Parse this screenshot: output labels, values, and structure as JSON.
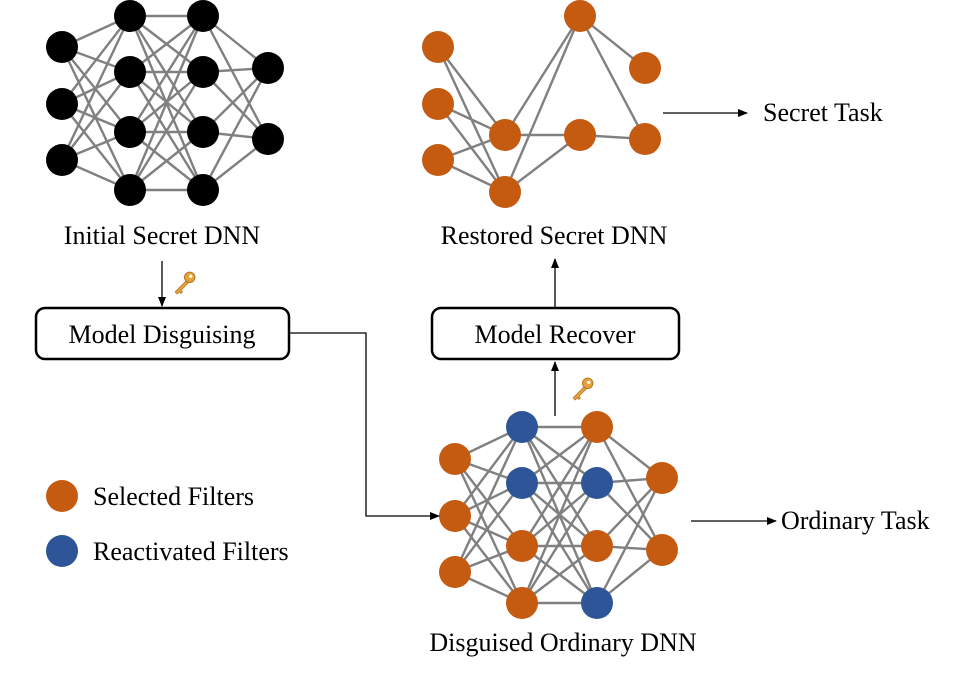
{
  "colors": {
    "background": "#ffffff",
    "initial_neuron": "#000000",
    "selected_filter": "#c55a11",
    "reactivated_filter": "#2e5597",
    "connection": "#808080",
    "key": "#e6a23c"
  },
  "networks": {
    "initial": {
      "caption": "Initial Secret DNN",
      "layers": [
        [
          "black",
          "black",
          "black"
        ],
        [
          "black",
          "black",
          "black",
          "black"
        ],
        [
          "black",
          "black",
          "black",
          "black"
        ],
        [
          "black",
          "black"
        ]
      ]
    },
    "restored": {
      "caption": "Restored Secret DNN",
      "output_label": "Secret Task",
      "layers": [
        [
          "orange",
          "orange",
          "orange"
        ],
        [
          "orange",
          "orange"
        ],
        [
          "orange",
          "orange"
        ],
        [
          "orange",
          "orange"
        ]
      ]
    },
    "disguised": {
      "caption": "Disguised Ordinary DNN",
      "output_label": "Ordinary Task",
      "layers": [
        [
          "orange",
          "orange",
          "orange"
        ],
        [
          "blue",
          "blue",
          "orange",
          "orange"
        ],
        [
          "orange",
          "blue",
          "orange",
          "blue"
        ],
        [
          "orange",
          "orange"
        ]
      ]
    }
  },
  "process": {
    "disguise_label": "Model Disguising",
    "recover_label": "Model Recover",
    "key_icon": "key-icon"
  },
  "legend": {
    "selected": "Selected Filters",
    "reactivated": "Reactivated Filters"
  }
}
